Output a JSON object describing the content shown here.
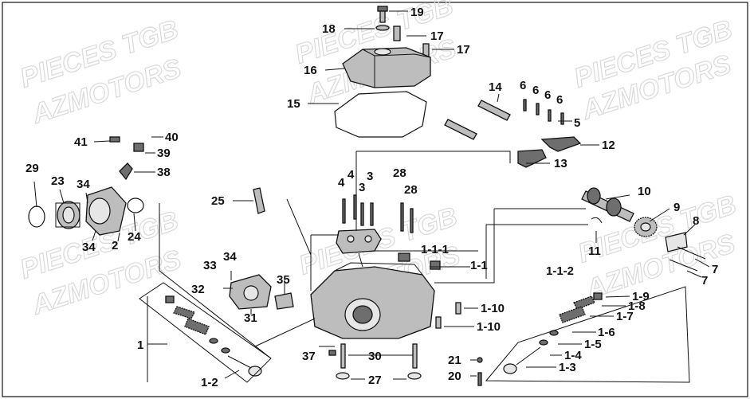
{
  "watermarks": [
    "PIECES TGB",
    "AZMOTORS"
  ],
  "labels": [
    "19",
    "18",
    "17",
    "17",
    "16",
    "15",
    "14",
    "6",
    "6",
    "6",
    "6",
    "5",
    "12",
    "13",
    "41",
    "40",
    "39",
    "38",
    "29",
    "23",
    "34",
    "2",
    "24",
    "34",
    "25",
    "4",
    "4",
    "3",
    "3",
    "28",
    "28",
    "1-1-1",
    "1-1",
    "1-1-2",
    "10",
    "9",
    "8",
    "11",
    "7",
    "7",
    "33",
    "34",
    "32",
    "31",
    "35",
    "1",
    "1-2",
    "1-9",
    "1-8",
    "1-7",
    "1-6",
    "1-5",
    "1-4",
    "1-3",
    "1-10",
    "1-10",
    "37",
    "30",
    "27",
    "21",
    "20"
  ]
}
